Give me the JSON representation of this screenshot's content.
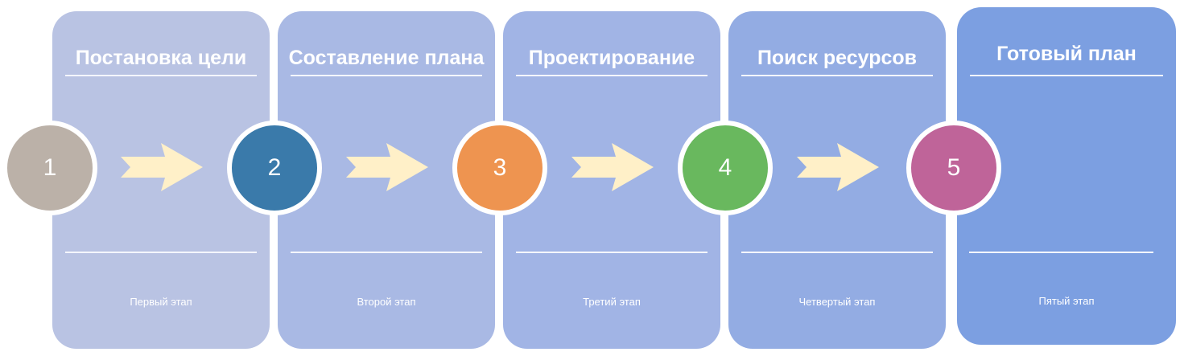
{
  "stages": [
    {
      "number": "1",
      "title": "Постановка цели",
      "caption": "Первый этап",
      "card_color": "#b9c3e3",
      "circle_color": "#bbb1a8"
    },
    {
      "number": "2",
      "title": "Составление плана",
      "caption": "Второй этап",
      "card_color": "#a9b9e4",
      "circle_color": "#3a7aaa"
    },
    {
      "number": "3",
      "title": "Проектирование",
      "caption": "Третий этап",
      "card_color": "#a1b4e5",
      "circle_color": "#ee9450"
    },
    {
      "number": "4",
      "title": "Поиск ресурсов",
      "caption": "Четвертый этап",
      "card_color": "#93ace3",
      "circle_color": "#69b85e"
    },
    {
      "number": "5",
      "title": "Готовый план",
      "caption": "Пятый этап",
      "card_color": "#7c9fe1",
      "circle_color": "#bf6499"
    }
  ],
  "arrow_color": "#fff0c8"
}
